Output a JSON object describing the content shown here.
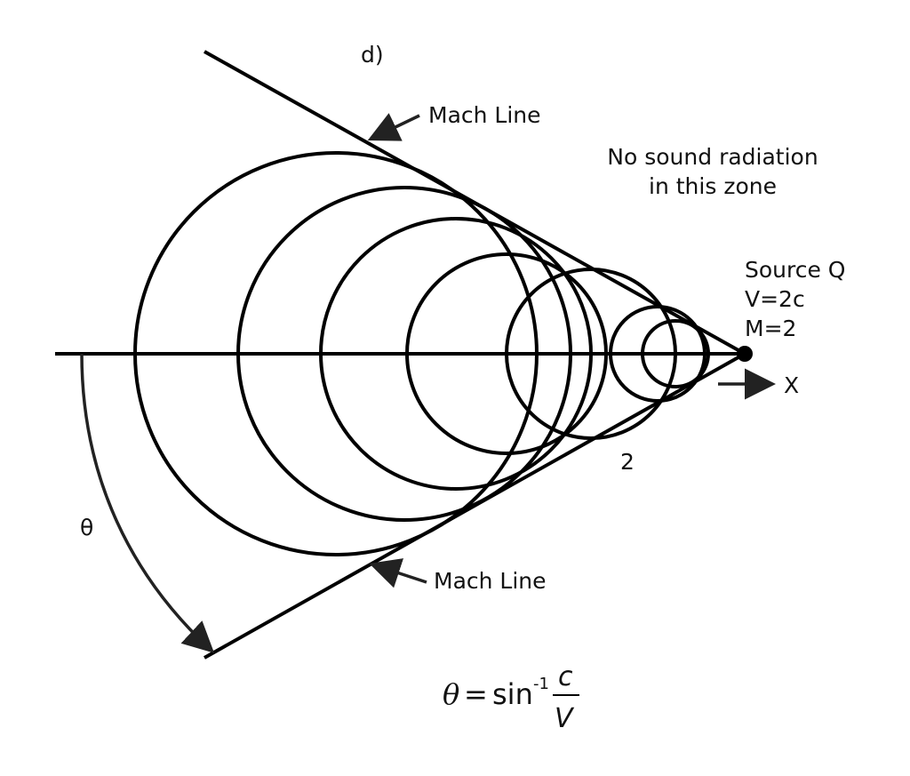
{
  "panel_label": "d)",
  "mach_line_top_label": "Mach Line",
  "mach_line_bottom_label": "Mach Line",
  "zone_note_line1": "No sound radiation",
  "zone_note_line2": "in this zone",
  "source_line1": "Source Q",
  "source_line2": "V=2c",
  "source_line3": "M=2",
  "axis_label": "X",
  "mark_label": "2",
  "angle_label": "θ",
  "formula": {
    "theta": "θ",
    "equals": "=",
    "func": "sin",
    "exponent": "-1",
    "numerator": "c",
    "denominator": "V"
  },
  "colors": {
    "ink": "#000000",
    "arrow": "#222222"
  }
}
